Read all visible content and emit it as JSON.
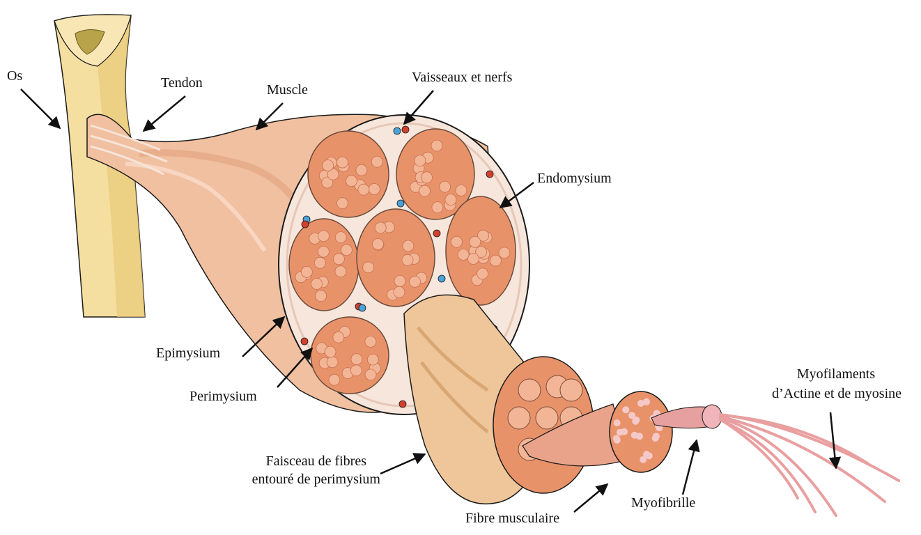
{
  "labels": {
    "os": "Os",
    "tendon": "Tendon",
    "muscle": "Muscle",
    "vaisseaux": "Vaisseaux et nerfs",
    "endomysium": "Endomysium",
    "epimysium": "Epimysium",
    "perimysium": "Perimysium",
    "faisceau_l1": "Faisceau de fibres",
    "faisceau_l2": "entouré de perimysium",
    "fibre": "Fibre musculaire",
    "myofibrille": "Myofibrille",
    "myofilaments_l1": "Myofilaments",
    "myofilaments_l2": "d’Actine et de myosine"
  },
  "colors": {
    "bone": "#f5dfa0",
    "bone_shade": "#e8c978",
    "muscle": "#f0c0a0",
    "muscle_dark": "#e2a27f",
    "sheath": "#f6e6dc",
    "fascicle": "#e8926a",
    "fiber": "#f2b596",
    "vessel_blue": "#4aa3d8",
    "vessel_red": "#d2412e",
    "myofilament": "#e99fa0",
    "arrow": "#111111"
  }
}
